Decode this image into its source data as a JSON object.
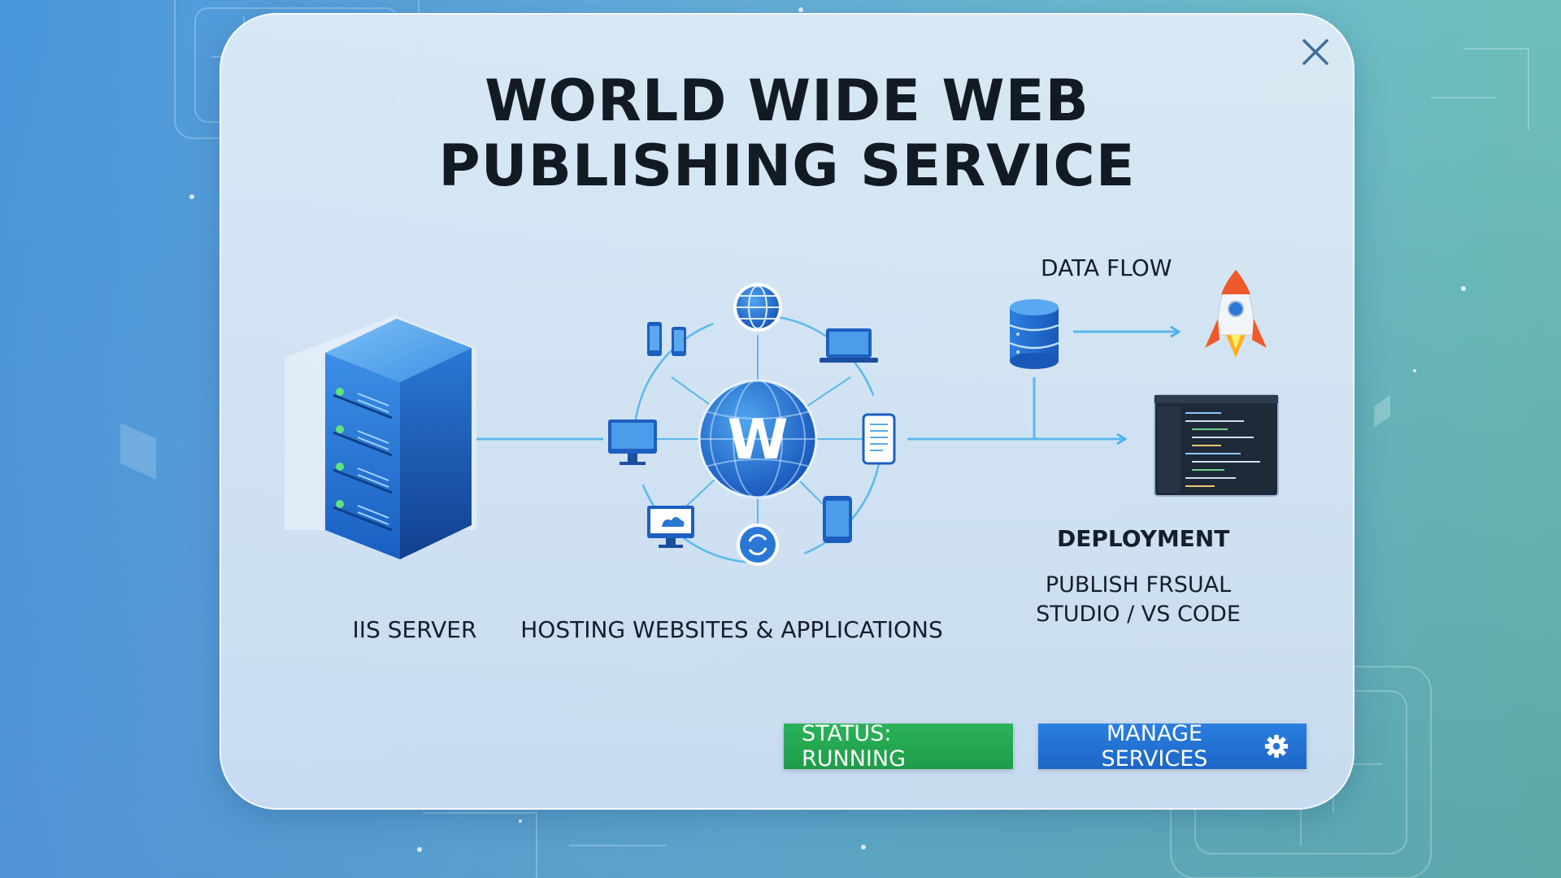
{
  "dialog": {
    "title_line1": "WORLD WIDE WEB",
    "title_line2": "PUBLISHING SERVICE",
    "close_icon": "close-icon"
  },
  "diagram": {
    "server_label": "IIS SERVER",
    "hub_letter": "W",
    "hosting_label": "HOSTING WEBSITES & APPLICATIONS",
    "data_flow_label": "DATA FLOW",
    "deployment_label": "DEPLOYMENT",
    "publish_line1": "PUBLISH FRSUAL",
    "publish_line2": "STUDIO / VS CODE"
  },
  "actions": {
    "status_label": "STATUS: RUNNING",
    "manage_label": "MANAGE SERVICES",
    "manage_icon": "gear-icon"
  },
  "colors": {
    "status_green": "#22a650",
    "manage_blue": "#2474d6",
    "flow_line": "#4fb3ea"
  }
}
